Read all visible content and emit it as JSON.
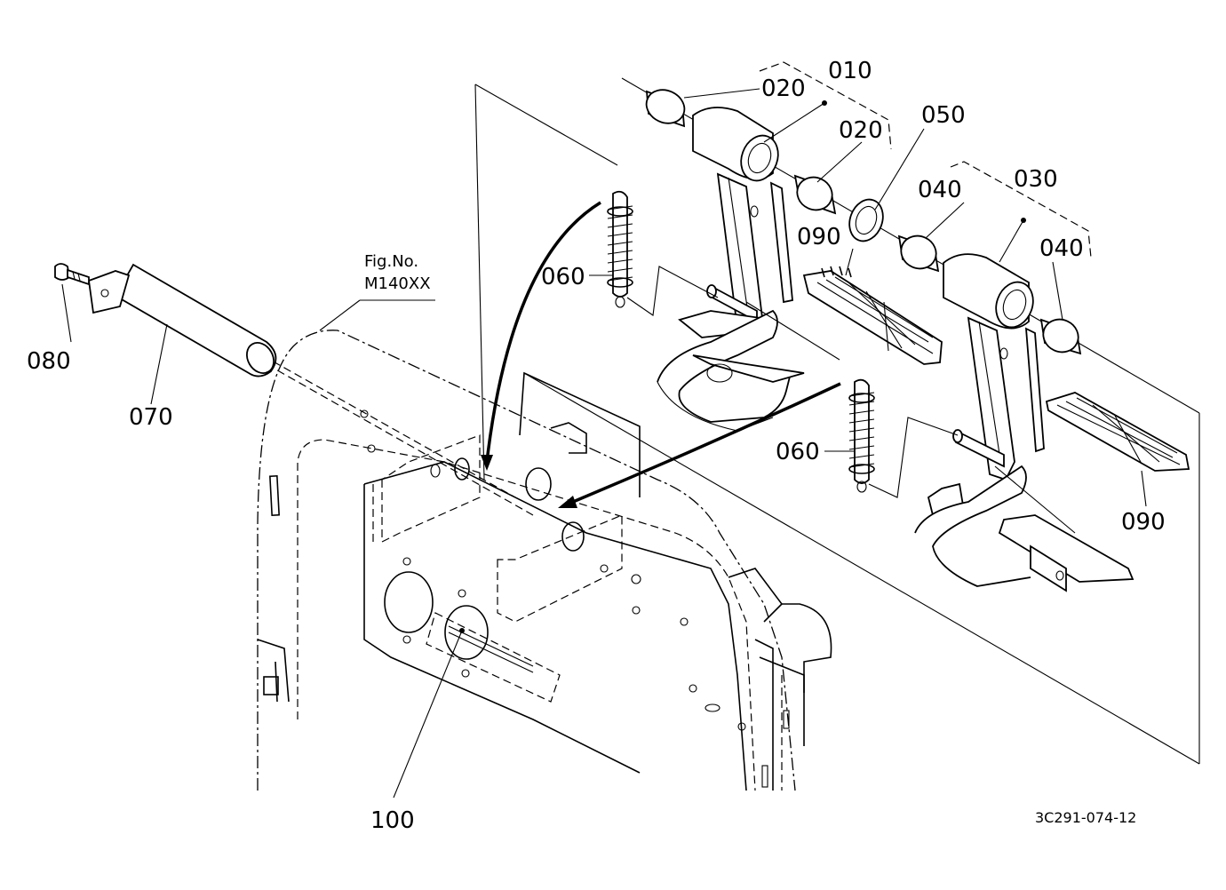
{
  "figure": {
    "fig_label": "Fig.No.",
    "fig_number": "M140XX",
    "drawing_code": "3C291-074-12"
  },
  "callouts": [
    {
      "id": "c020a",
      "text": "020"
    },
    {
      "id": "c010",
      "text": "010"
    },
    {
      "id": "c020b",
      "text": "020"
    },
    {
      "id": "c050",
      "text": "050"
    },
    {
      "id": "c040a",
      "text": "040"
    },
    {
      "id": "c030",
      "text": "030"
    },
    {
      "id": "c090a",
      "text": "090"
    },
    {
      "id": "c040b",
      "text": "040"
    },
    {
      "id": "c060a",
      "text": "060"
    },
    {
      "id": "c060b",
      "text": "060"
    },
    {
      "id": "c090b",
      "text": "090"
    },
    {
      "id": "c080",
      "text": "080"
    },
    {
      "id": "c070",
      "text": "070"
    },
    {
      "id": "c100",
      "text": "100"
    }
  ]
}
